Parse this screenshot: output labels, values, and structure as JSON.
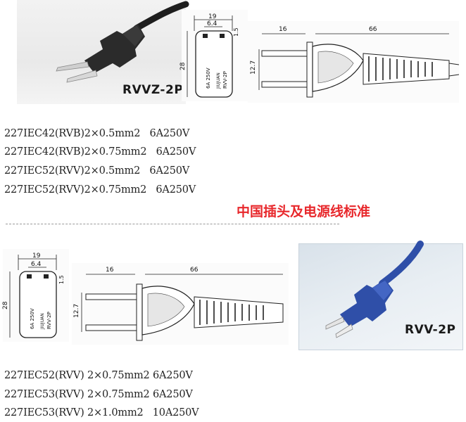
{
  "top_product": {
    "model": "RVVZ-2P",
    "dimensions": {
      "width": "19",
      "pin_spacing": "6.4",
      "pin_thickness": "1.5",
      "height": "28",
      "pin_length": "16",
      "cord_guard": "66",
      "pin_width": "12.7"
    },
    "face_text": {
      "rating": "6A  250V",
      "brand": "JIUJUAN",
      "model": "RVV-2P"
    }
  },
  "specs_top": [
    "227IEC42(RVB)2×0.5mm2   6A250V",
    "227IEC42(RVB)2×0.75mm2   6A250V",
    "227IEC52(RVV)2×0.5mm2   6A250V",
    "227IEC52(RVV)2×0.75mm2   6A250V"
  ],
  "heading": "中国插头及电源线标准",
  "bottom_product": {
    "model": "RVV-2P",
    "dimensions": {
      "width": "19",
      "pin_spacing": "6.4",
      "pin_thickness": "1.5",
      "height": "28",
      "pin_length": "16",
      "cord_guard": "66",
      "pin_width": "12.7"
    },
    "face_text": {
      "rating": "6A  250V",
      "brand": "JIUJUAN",
      "model": "RVV-2P"
    }
  },
  "specs_bottom": [
    "227IEC52(RVV) 2×0.75mm2 6A250V",
    "227IEC53(RVV) 2×0.75mm2 6A250V",
    "227IEC53(RVV) 2×1.0mm2   10A250V"
  ],
  "colors": {
    "heading": "#e8282c",
    "top_plug": "#2b2b2b",
    "bottom_plug": "#2f4fa8"
  }
}
